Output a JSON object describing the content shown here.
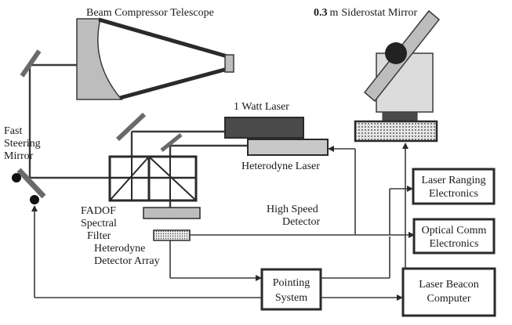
{
  "labels": {
    "beam_compressor": "Beam Compressor Telescope",
    "siderostat_value": "0.3",
    "siderostat_unit": "m",
    "siderostat_rest": "Siderostat Mirror",
    "laser_1w": "1 Watt Laser",
    "heterodyne_laser": "Heterodyne Laser",
    "fast_steering_1": "Fast",
    "fast_steering_2": "Steering",
    "fast_steering_3": "Mirror",
    "fadof_1": "FADOF",
    "fadof_2": "Spectral",
    "fadof_3": "Filter",
    "hetero_det_1": "Heterodyne",
    "hetero_det_2": "Detector Array",
    "high_speed_1": "High Speed",
    "high_speed_2": "Detector",
    "laser_ranging_1": "Laser Ranging",
    "laser_ranging_2": "Electronics",
    "optical_comm_1": "Optical Comm",
    "optical_comm_2": "Electronics",
    "pointing_1": "Pointing",
    "pointing_2": "System",
    "beacon_1": "Laser Beacon",
    "beacon_2": "Computer"
  },
  "colors": {
    "line": "#3a3a3a",
    "fill_gray": "#bdbdbd",
    "fill_dark": "#4a4a4a",
    "fill_light": "#dcdcdc"
  }
}
